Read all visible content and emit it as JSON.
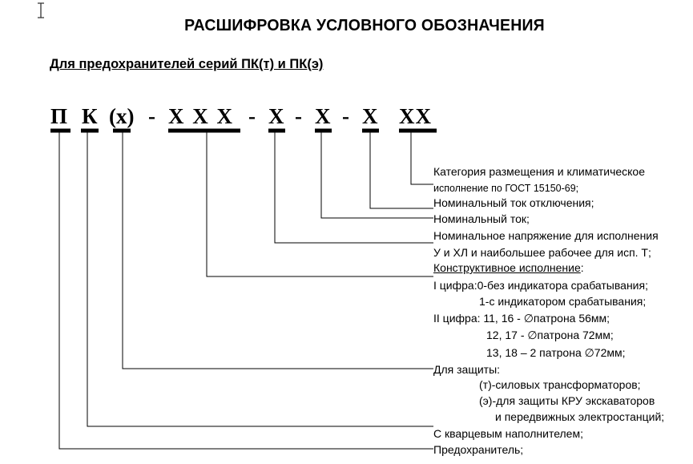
{
  "title": "РАСШИФРОВКА УСЛОВНОГО ОБОЗНАЧЕНИЯ",
  "subtitle": "Для предохранителей серий ПК(т) и ПК(э)",
  "code": {
    "p": "П",
    "k": "К",
    "x_paren": "(x)",
    "dash1": "-",
    "xxx": "X X X",
    "dash2": "-",
    "x1": "X",
    "dash3": "-",
    "x2": "X",
    "dash4": "-",
    "x3": "X",
    "xx": "XX"
  },
  "descriptions": {
    "category_1": "Категория размещения и климатическое",
    "category_2": "исполнение по ГОСТ 15150-69;",
    "breaking_current": "Номинальный ток отключения;",
    "rated_current": "Номинальный ток;",
    "voltage_1": "Номинальное напряжение для исполнения",
    "voltage_2": "У и ХЛ и наибольшее рабочее для исп. Т;",
    "design_title": "Конструктивное исполнение",
    "design_colon": ":",
    "digit1_line1": "I цифра:0-без индикатора срабатывания;",
    "digit1_line2": "1-с индикатором срабатывания;",
    "digit2_line1": "II цифра: 11, 16 - ∅патрона 56мм;",
    "digit2_line2": "12, 17 - ∅патрона 72мм;",
    "digit2_line3": "13, 18 – 2 патрона ∅72мм;",
    "protection_title": "Для защиты:",
    "protection_t": "(т)-силовых трансформаторов;",
    "protection_e1": "(э)-для защиты КРУ экскаваторов",
    "protection_e2": "и передвижных электростанций;",
    "quartz": "С кварцевым наполнителем;",
    "fuse": "Предохранитель;"
  }
}
